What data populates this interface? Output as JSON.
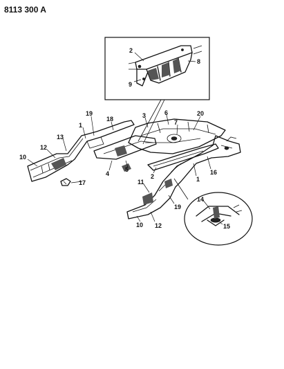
{
  "drawing_code": "8113 300 A",
  "callouts": {
    "c1a": "1",
    "c1b": "1",
    "c2a": "2",
    "c2b": "2",
    "c3": "3",
    "c4": "4",
    "c5": "5",
    "c6": "6",
    "c7": "7",
    "c8": "8",
    "c9": "9",
    "c10a": "10",
    "c10b": "10",
    "c11": "11",
    "c12a": "12",
    "c12b": "12",
    "c13": "13",
    "c14": "14",
    "c15": "15",
    "c16": "16",
    "c17": "17",
    "c18": "18",
    "c19a": "19",
    "c19b": "19",
    "c20": "20"
  }
}
